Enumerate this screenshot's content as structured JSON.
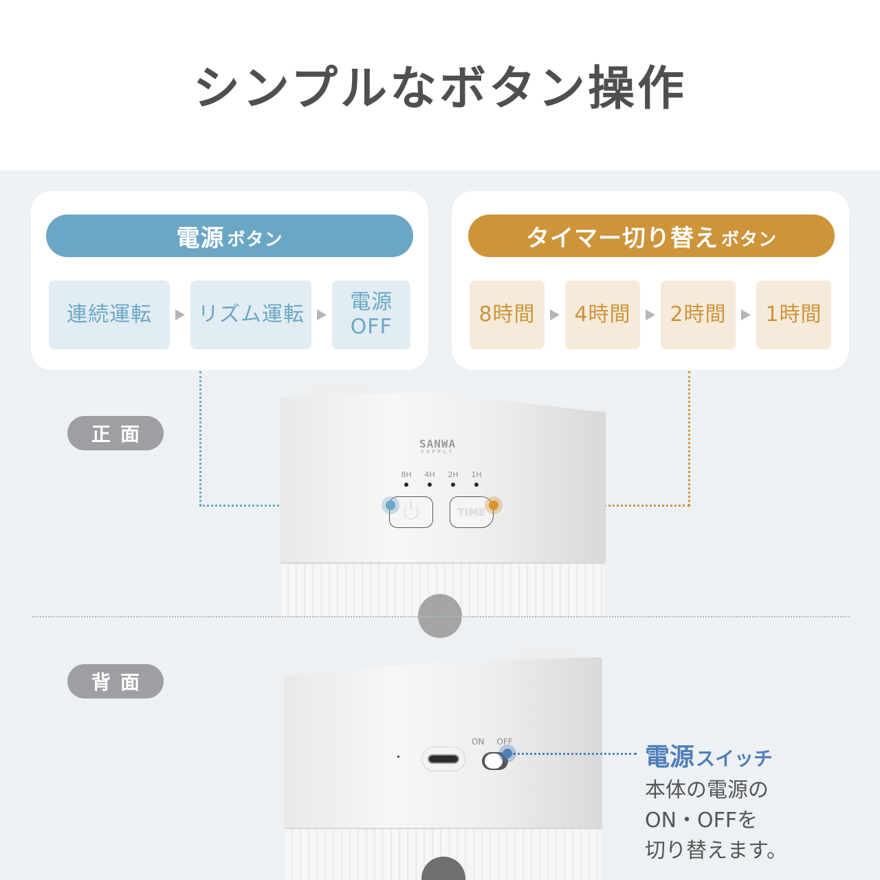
{
  "header": {
    "title": "シンプルなボタン操作"
  },
  "colors": {
    "power_accent": "#6ba7c4",
    "power_step_bg": "#e1ecf3",
    "timer_accent": "#cd943a",
    "timer_step_bg": "#f6eadb",
    "switch_accent": "#4f7fb8",
    "badge_bg": "#9d9fa2",
    "page_bg": "#edf1f4"
  },
  "power_card": {
    "title_main": "電源",
    "title_suffix": "ボタン",
    "steps": [
      {
        "label": "連続運転"
      },
      {
        "label": "リズム運転"
      },
      {
        "label": "電源\nOFF",
        "line1": "電源",
        "line2": "OFF"
      }
    ],
    "arrow_icon": "triangle-right-icon"
  },
  "timer_card": {
    "title_main": "タイマー切り替え",
    "title_suffix": "ボタン",
    "steps": [
      {
        "label": "8時間"
      },
      {
        "label": "4時間"
      },
      {
        "label": "2時間"
      },
      {
        "label": "1時間"
      }
    ],
    "arrow_icon": "triangle-right-icon"
  },
  "front_view": {
    "badge": "正面",
    "logo_line1": "SANWA",
    "logo_line2": "SUPPLY",
    "timer_indicators": [
      "8H",
      "4H",
      "2H",
      "1H"
    ],
    "power_button_icon": "power-icon",
    "time_button_label": "TIME"
  },
  "back_view": {
    "badge": "背面",
    "switch_on_label": "ON",
    "switch_off_label": "OFF",
    "port_icon": "usb-c-port-icon"
  },
  "switch_callout": {
    "title_main": "電源",
    "title_suffix": "スイッチ",
    "desc_lines": [
      "本体の電源の",
      "ON・OFFを",
      "切り替えます。"
    ]
  }
}
